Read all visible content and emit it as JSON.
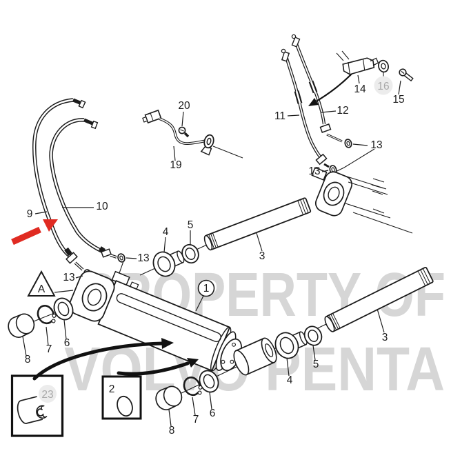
{
  "diagram": {
    "watermark_line1": "PROPERTY OF",
    "watermark_line2": "VOLVO PENTA",
    "detail_marker": "A"
  },
  "labels": {
    "n1": "1",
    "n2": "2",
    "n3": "3",
    "n4": "4",
    "n5": "5",
    "n6": "6",
    "n7": "7",
    "n8": "8",
    "n9": "9",
    "n10": "10",
    "n11": "11",
    "n12": "12",
    "n13": "13",
    "n14": "14",
    "n15": "15",
    "n16": "16",
    "n19": "19",
    "n20": "20",
    "n23": "23"
  },
  "colors": {
    "ink": "#1b1b1b",
    "red_arrow": "#e02b22",
    "muted_label": "#a8a8a8",
    "muted_halo": "#ececec",
    "watermark": "#d6d6d6",
    "background": "#ffffff"
  }
}
